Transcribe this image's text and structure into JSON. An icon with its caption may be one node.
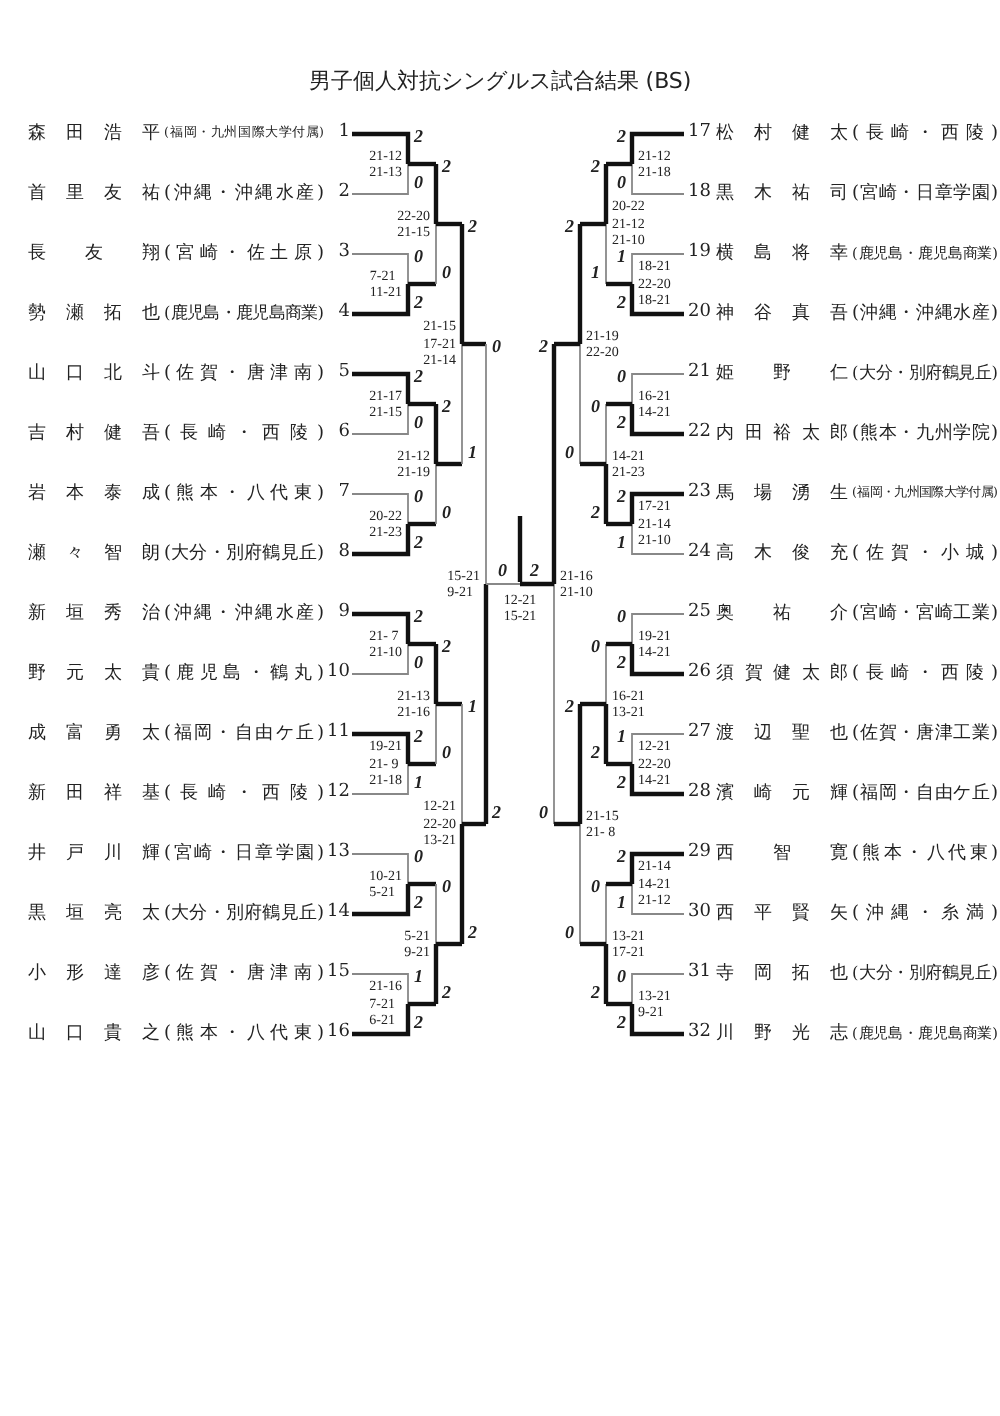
{
  "diagram": {
    "title": "男子個人対抗シングルス試合結果 (BS)",
    "nodes": [
      {
        "text": [
          "森田浩平",
          "(福岡・九州国際大学付属)"
        ],
        "beside": [
          "1"
        ]
      },
      {
        "text": [
          "首里友祐",
          "(沖縄・沖縄水産)"
        ],
        "beside": [
          "2"
        ]
      },
      {
        "text": [
          "長友翔",
          "(宮崎・佐土原)"
        ],
        "beside": [
          "3"
        ]
      },
      {
        "text": [
          "勢瀬拓也",
          "(鹿児島・鹿児島商業)"
        ],
        "beside": [
          "4"
        ]
      },
      {
        "text": [
          "山口北斗",
          "(佐賀・唐津南)"
        ],
        "beside": [
          "5"
        ]
      },
      {
        "text": [
          "吉村健吾",
          "(長崎・西陵)"
        ],
        "beside": [
          "6"
        ]
      },
      {
        "text": [
          "岩本泰成",
          "(熊本・八代東)"
        ],
        "beside": [
          "7"
        ]
      },
      {
        "text": [
          "瀬々智朗",
          "(大分・別府鶴見丘)"
        ],
        "beside": [
          "8"
        ]
      },
      {
        "text": [
          "新垣秀治",
          "(沖縄・沖縄水産)"
        ],
        "beside": [
          "9"
        ]
      },
      {
        "text": [
          "野元太貴",
          "(鹿児島・鶴丸)"
        ],
        "beside": [
          "10"
        ]
      },
      {
        "text": [
          "成富勇太",
          "(福岡・自由ケ丘)"
        ],
        "beside": [
          "11"
        ]
      },
      {
        "text": [
          "新田祥基",
          "(長崎・西陵)"
        ],
        "beside": [
          "12"
        ]
      },
      {
        "text": [
          "井戸川輝",
          "(宮崎・日章学園)"
        ],
        "beside": [
          "13"
        ]
      },
      {
        "text": [
          "黒垣亮太",
          "(大分・別府鶴見丘)"
        ],
        "beside": [
          "14"
        ]
      },
      {
        "text": [
          "小形達彦",
          "(佐賀・唐津南)"
        ],
        "beside": [
          "15"
        ]
      },
      {
        "text": [
          "山口貴之",
          "(熊本・八代東)"
        ],
        "beside": [
          "16"
        ]
      },
      {
        "text": [
          "松村健太",
          "(長崎・西陵)"
        ],
        "beside": [
          "17"
        ]
      },
      {
        "text": [
          "黒木祐司",
          "(宮崎・日章学園)"
        ],
        "beside": [
          "18"
        ]
      },
      {
        "text": [
          "横島将幸",
          "(鹿児島・鹿児島商業)"
        ],
        "beside": [
          "19"
        ]
      },
      {
        "text": [
          "神谷真吾",
          "(沖縄・沖縄水産)"
        ],
        "beside": [
          "20"
        ]
      },
      {
        "text": [
          "姫野仁",
          "(大分・別府鶴見丘)"
        ],
        "beside": [
          "21"
        ]
      },
      {
        "text": [
          "内田裕太郎",
          "(熊本・九州学院)"
        ],
        "beside": [
          "22"
        ]
      },
      {
        "text": [
          "馬場湧生",
          "(福岡・九州国際大学付属)"
        ],
        "beside": [
          "23"
        ]
      },
      {
        "text": [
          "高木俊充",
          "(佐賀・小城)"
        ],
        "beside": [
          "24"
        ]
      },
      {
        "text": [
          "奥祐介",
          "(宮崎・宮崎工業)"
        ],
        "beside": [
          "25"
        ]
      },
      {
        "text": [
          "須賀健太郎",
          "(長崎・西陵)"
        ],
        "beside": [
          "26"
        ]
      },
      {
        "text": [
          "渡辺聖也",
          "(佐賀・唐津工業)"
        ],
        "beside": [
          "27"
        ]
      },
      {
        "text": [
          "濱崎元輝",
          "(福岡・自由ケ丘)"
        ],
        "beside": [
          "28"
        ]
      },
      {
        "text": [
          "西智寛",
          "(熊本・八代東)"
        ],
        "beside": [
          "29"
        ]
      },
      {
        "text": [
          "西平賢矢",
          "(沖縄・糸満)"
        ],
        "beside": [
          "30"
        ]
      },
      {
        "text": [
          "寺岡拓也",
          "(大分・別府鶴見丘)"
        ],
        "beside": [
          "31"
        ]
      },
      {
        "text": [
          "川野光志",
          "(鹿児島・鹿児島商業)"
        ],
        "beside": [
          "32"
        ]
      }
    ],
    "labels": [
      "2",
      "0",
      "21-12",
      "21-13",
      "0",
      "2",
      "7-21",
      "11-21",
      "2",
      "0",
      "21-17",
      "21-15",
      "0",
      "2",
      "20-22",
      "21-23",
      "2",
      "0",
      "21- 7",
      "21-10",
      "2",
      "1",
      "19-21",
      "21- 9",
      "21-18",
      "0",
      "2",
      "10-21",
      "5-21",
      "1",
      "2",
      "21-16",
      "7-21",
      "6-21",
      "2",
      "0",
      "22-20",
      "21-15",
      "2",
      "0",
      "21-12",
      "21-19",
      "2",
      "0",
      "21-13",
      "21-16",
      "0",
      "2",
      "5-21",
      "9-21",
      "2",
      "1",
      "21-15",
      "17-21",
      "21-14",
      "1",
      "2",
      "12-21",
      "22-20",
      "13-21",
      "0",
      "2",
      "15-21",
      "9-21",
      "0",
      "2",
      "12-21",
      "15-21",
      "2",
      "0",
      "21-16",
      "21-10",
      "2",
      "0",
      "21-19",
      "22-20",
      "2",
      "0",
      "21-15",
      "21- 8",
      "2",
      "1",
      "20-22",
      "21-12",
      "21-10",
      "0",
      "2",
      "14-21",
      "21-23",
      "0",
      "2",
      "16-21",
      "13-21",
      "0",
      "2",
      "13-21",
      "17-21",
      "2",
      "0",
      "21-12",
      "21-18",
      "1",
      "2",
      "18-21",
      "22-20",
      "18-21",
      "0",
      "2",
      "16-21",
      "14-21",
      "2",
      "1",
      "17-21",
      "21-14",
      "21-10",
      "0",
      "2",
      "19-21",
      "14-21",
      "1",
      "2",
      "12-21",
      "22-20",
      "14-21",
      "2",
      "1",
      "21-14",
      "14-21",
      "21-12",
      "0",
      "2",
      "13-21",
      "9-21"
    ]
  }
}
